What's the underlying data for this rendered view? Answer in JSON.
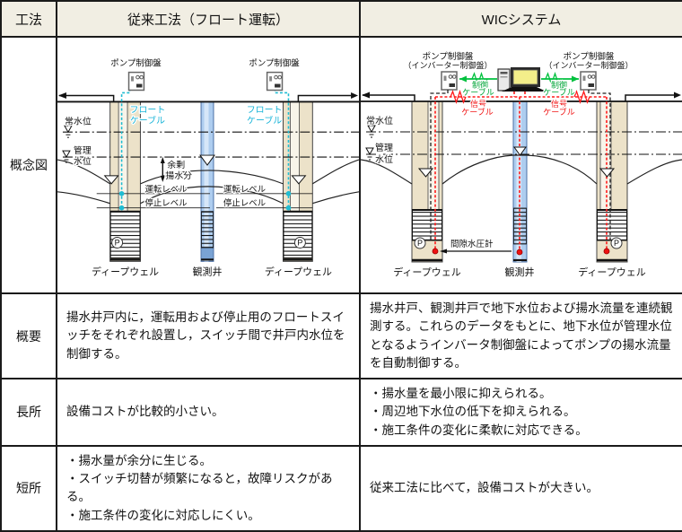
{
  "header": {
    "method": "工法",
    "conventional": "従来工法（フロート運転）",
    "wic": "WICシステム"
  },
  "row_labels": {
    "diagram": "概念図",
    "summary": "概要",
    "pros": "長所",
    "cons": "短所"
  },
  "summary": {
    "conventional": "揚水井戸内に，運転用および停止用のフロートスイッチをそれぞれ設置し，スイッチ間で井戸内水位を制御する。",
    "wic": "揚水井戸、観測井戸で地下水位および揚水流量を連続観測する。これらのデータをもとに、地下水位が管理水位となるようインバータ制御盤によってポンプの揚水流量を自動制御する。"
  },
  "pros": {
    "conventional": "設備コストが比較的小さい。",
    "wic": "・揚水量を最小限に抑えられる。\n・周辺地下水位の低下を抑えられる。\n・施工条件の変化に柔軟に対応できる。"
  },
  "cons": {
    "conventional": "・揚水量が余分に生じる。\n・スイッチ切替が頻繁になると，故障リスクがある。\n・施工条件の変化に対応しにくい。",
    "wic": "従来工法に比べて，設備コストが大きい。"
  },
  "diagram_conventional": {
    "pump_panel": "ポンプ制御盤",
    "float_cable_line1": "フロート",
    "float_cable_line2": "ケーブル",
    "normal_water_level": "常水位",
    "control_level_line1": "管理",
    "control_level_line2": "水位",
    "surplus_line1": "余剰",
    "surplus_line2": "揚水分",
    "run_level": "運転レベル",
    "stop_level": "停止レベル",
    "deep_well": "ディープウェル",
    "observation_well": "観測井",
    "pump_symbol": "P"
  },
  "diagram_wic": {
    "pump_panel": "ポンプ制御盤",
    "inverter_panel": "（インバーター制御盤）",
    "control_cable_line1": "制御",
    "control_cable_line2": "ケーブル",
    "signal_cable_line1": "信号",
    "signal_cable_line2": "ケーブル",
    "normal_water_level": "常水位",
    "control_level_line1": "管理",
    "control_level_line2": "水位",
    "piezometer": "間隙水圧計",
    "deep_well": "ディープウェル",
    "observation_well": "観測井",
    "pump_symbol": "P"
  },
  "colors": {
    "header_bg": "#f1eee3",
    "grid_border": "#1a1a1a",
    "well_fill": "#ece2c9",
    "observation_well_fill": "#aecdef",
    "float_cable": "#1fbcd2",
    "control_cable": "#00c13e",
    "signal_cable": "#ff1a1a"
  }
}
